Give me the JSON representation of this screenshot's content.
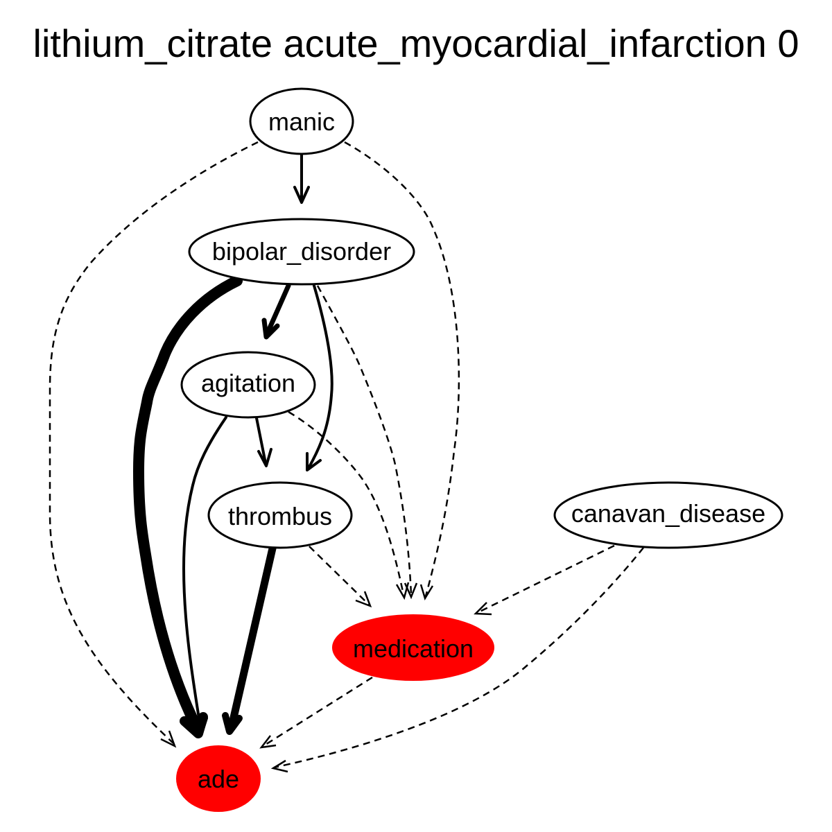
{
  "title": "lithium_citrate acute_myocardial_infarction 0",
  "nodes": [
    {
      "id": "manic",
      "label": "manic",
      "fill": "#ffffff"
    },
    {
      "id": "bipolar_disorder",
      "label": "bipolar_disorder",
      "fill": "#ffffff"
    },
    {
      "id": "agitation",
      "label": "agitation",
      "fill": "#ffffff"
    },
    {
      "id": "thrombus",
      "label": "thrombus",
      "fill": "#ffffff"
    },
    {
      "id": "canavan_disease",
      "label": "canavan_disease",
      "fill": "#ffffff"
    },
    {
      "id": "medication",
      "label": "medication",
      "fill": "#ff0000"
    },
    {
      "id": "ade",
      "label": "ade",
      "fill": "#ff0000"
    }
  ],
  "edges": [
    {
      "from": "manic",
      "to": "bipolar_disorder",
      "style": "solid",
      "weight": 4
    },
    {
      "from": "manic",
      "to": "ade",
      "style": "dashed"
    },
    {
      "from": "manic",
      "to": "medication",
      "style": "dashed"
    },
    {
      "from": "bipolar_disorder",
      "to": "agitation",
      "style": "solid",
      "weight": 7
    },
    {
      "from": "bipolar_disorder",
      "to": "thrombus",
      "style": "solid",
      "weight": 4
    },
    {
      "from": "bipolar_disorder",
      "to": "ade",
      "style": "solid",
      "weight": 16
    },
    {
      "from": "bipolar_disorder",
      "to": "medication",
      "style": "dashed"
    },
    {
      "from": "agitation",
      "to": "thrombus",
      "style": "solid",
      "weight": 4
    },
    {
      "from": "agitation",
      "to": "ade",
      "style": "solid",
      "weight": 4
    },
    {
      "from": "agitation",
      "to": "medication",
      "style": "dashed"
    },
    {
      "from": "thrombus",
      "to": "ade",
      "style": "solid",
      "weight": 11
    },
    {
      "from": "thrombus",
      "to": "medication",
      "style": "dashed"
    },
    {
      "from": "canavan_disease",
      "to": "medication",
      "style": "dashed"
    },
    {
      "from": "canavan_disease",
      "to": "ade",
      "style": "dashed"
    },
    {
      "from": "medication",
      "to": "ade",
      "style": "dashed"
    }
  ]
}
